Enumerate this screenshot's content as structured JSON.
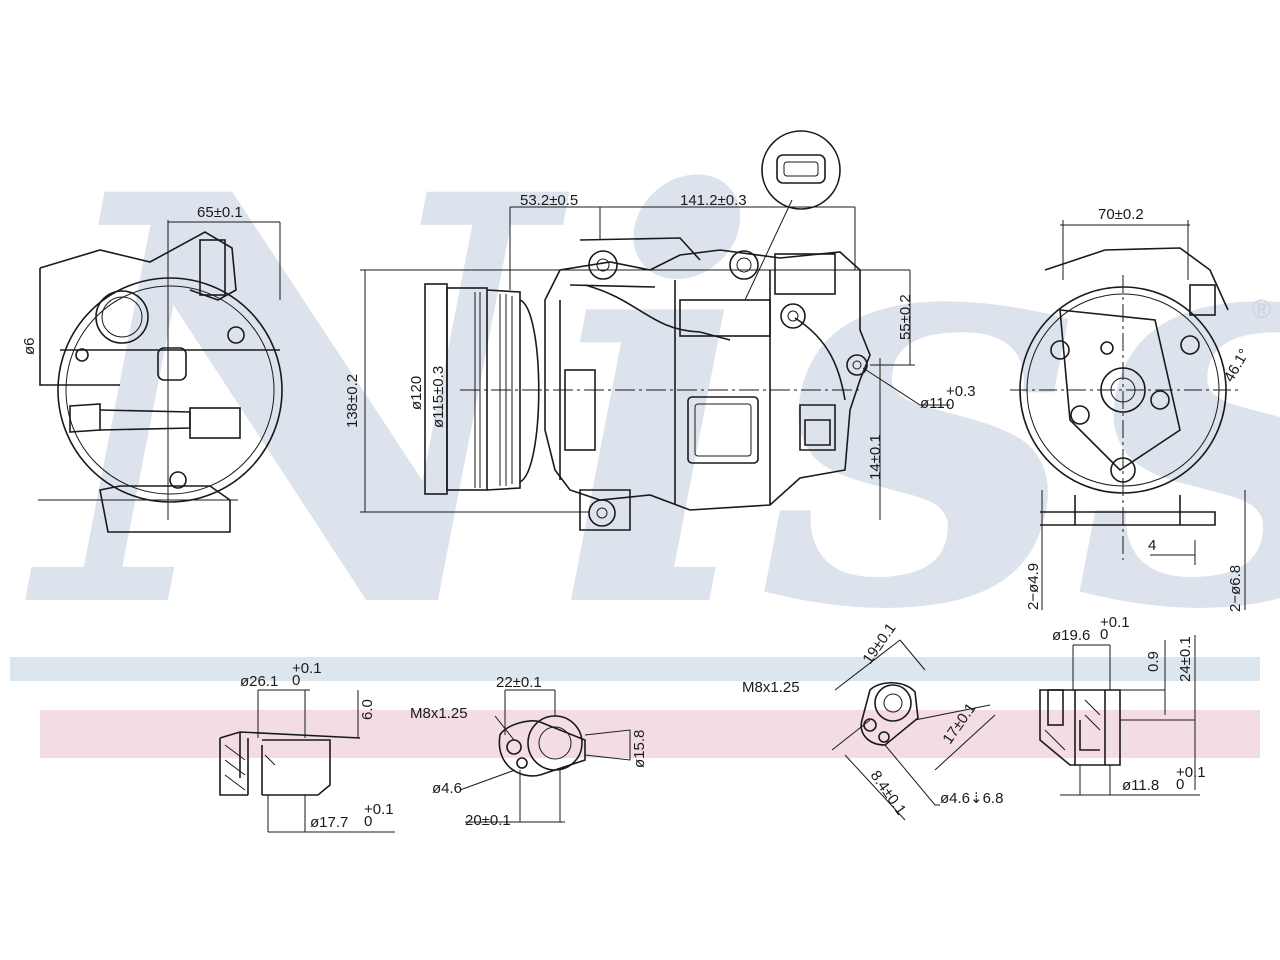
{
  "brand": {
    "watermark": "Nissens",
    "registered": "®",
    "watermark_color": "#dce3ec",
    "band_blue": "#dce6ee",
    "band_pink": "#f3dde3"
  },
  "left_view": {
    "width": "65±0.1",
    "dia": "ø6"
  },
  "front_view": {
    "dim_a": "53.2±0.5",
    "dim_b": "141.2±0.3",
    "height": "138±0.2",
    "pulley_dia": "ø120",
    "pulley_inner": "ø115±0.3",
    "top_off": "55±0.2",
    "hole": "ø11",
    "hole_tol_up": "+0.3",
    "hole_tol_dn": "0",
    "low_off": "14±0.1"
  },
  "right_view": {
    "width": "70±0.2",
    "angle": "46.1°",
    "left_holes": "2−ø4.9",
    "right_holes": "2−ø6.8",
    "small": "4"
  },
  "detail_1": {
    "dia_top": "ø26.1",
    "top_up": "+0.1",
    "top_dn": "0",
    "depth": "6.0",
    "dia_bot": "ø17.7",
    "bot_up": "+0.1",
    "bot_dn": "0"
  },
  "detail_2": {
    "thread": "M8x1.25",
    "w": "22±0.1",
    "pitch": "ø4.6",
    "dist": "20±0.1",
    "dia": "ø15.8"
  },
  "detail_3": {
    "thread": "M8x1.25",
    "top": "19±0.1",
    "side": "17±0.1",
    "low": "8.4±0.1",
    "hole": "ø4.6⇣6.8"
  },
  "detail_4": {
    "dia_top": "ø19.6",
    "top_up": "+0.1",
    "top_dn": "0",
    "depth": "0.9",
    "height": "24±0.1",
    "dia_bot": "ø11.8",
    "bot_up": "+0.1",
    "bot_dn": "0"
  }
}
